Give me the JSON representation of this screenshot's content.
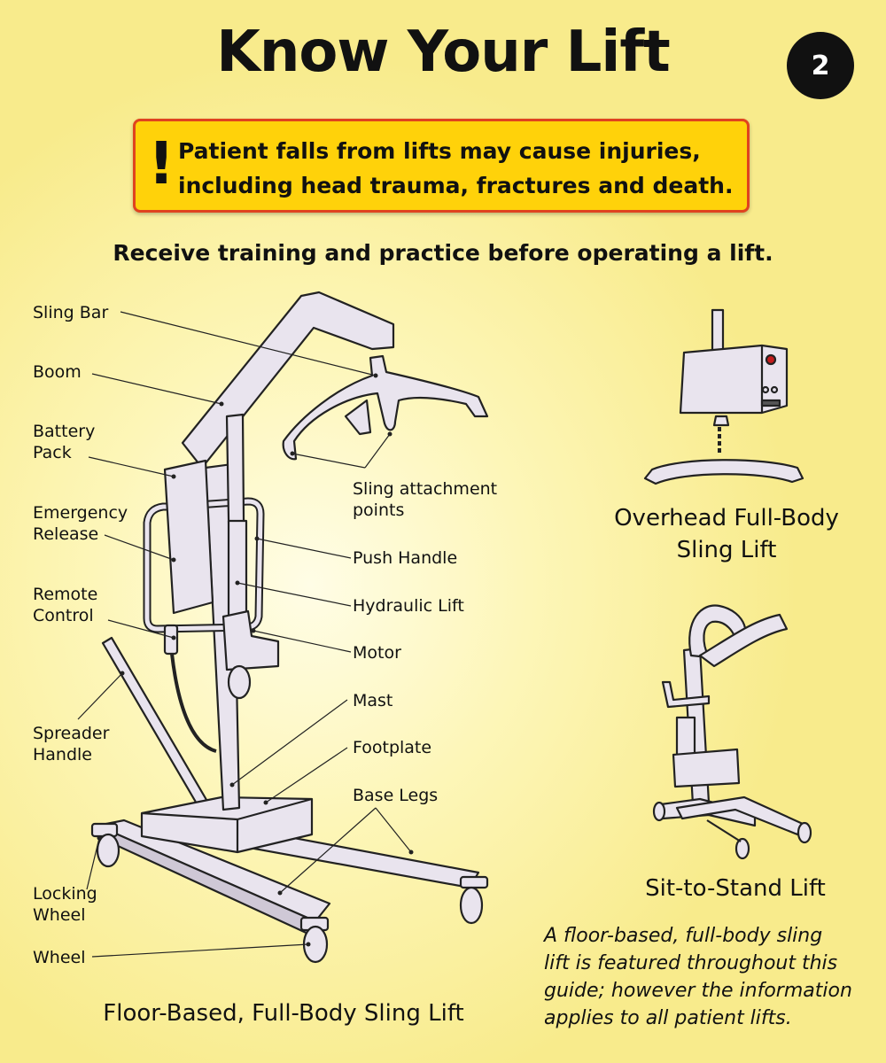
{
  "title": "Know Your Lift",
  "page_number": "2",
  "warning": {
    "icon": "!",
    "line1": "Patient falls from lifts may cause injuries,",
    "line2": "including head trauma, fractures and death."
  },
  "subtitle": "Receive training and practice before operating a lift.",
  "labels_left": {
    "sling_bar": "Sling Bar",
    "boom": "Boom",
    "battery_pack_1": "Battery",
    "battery_pack_2": "Pack",
    "emergency_release_1": "Emergency",
    "emergency_release_2": "Release",
    "remote_control_1": "Remote",
    "remote_control_2": "Control",
    "spreader_handle_1": "Spreader",
    "spreader_handle_2": "Handle",
    "locking_wheel_1": "Locking",
    "locking_wheel_2": "Wheel",
    "wheel": "Wheel"
  },
  "labels_right": {
    "sling_attachment_1": "Sling attachment",
    "sling_attachment_2": "points",
    "push_handle": "Push Handle",
    "hydraulic_lift": "Hydraulic Lift",
    "motor": "Motor",
    "mast": "Mast",
    "footplate": "Footplate",
    "base_legs": "Base Legs"
  },
  "captions": {
    "floor_lift": "Floor-Based, Full-Body Sling Lift",
    "overhead_1": "Overhead Full-Body",
    "overhead_2": "Sling Lift",
    "sit_to_stand": "Sit-to-Stand Lift"
  },
  "note": {
    "line1": "A floor-based, full-body sling",
    "line2": "lift is featured throughout this",
    "line3": "guide; however the information",
    "line4": "applies to all patient lifts."
  },
  "colors": {
    "background": "#fdf6b8",
    "warning_fill": "#ffd20a",
    "warning_border": "#e0431f",
    "device_fill": "#e9e4ee",
    "outline": "#222222"
  }
}
